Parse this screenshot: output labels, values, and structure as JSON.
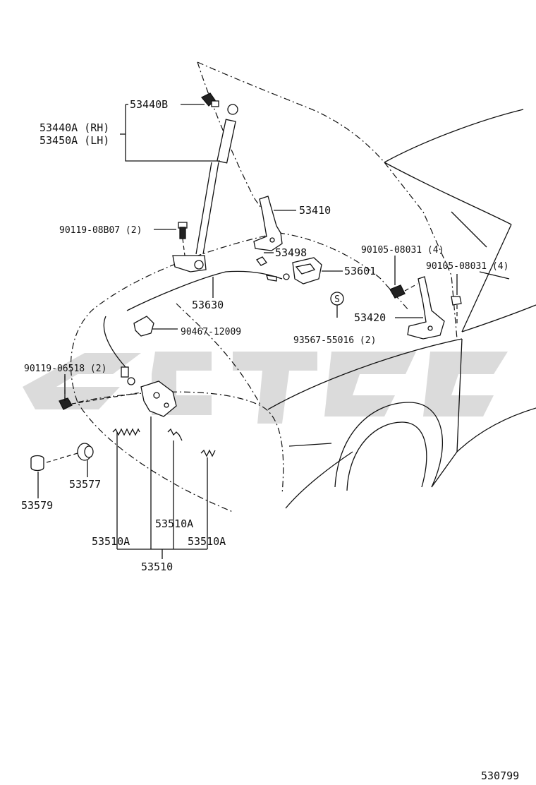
{
  "diagram": {
    "parts": {
      "p53440b": "53440B",
      "p53440a": "53440A (RH)",
      "p53450a": "53450A (LH)",
      "p53410": "53410",
      "p90119_08b07": "90119-08B07 (2)",
      "p53498": "53498",
      "p90105_08031_a": "90105-08031 (4)",
      "p90105_08031_b": "90105-08031 (4)",
      "p53601": "53601",
      "p53630": "53630",
      "p93567": "93567-55016 (2)",
      "p53420": "53420",
      "p90467": "90467-12009",
      "p90119_06518": "90119-06518 (2)",
      "p53577": "53577",
      "p53579": "53579",
      "p53510a_1": "53510A",
      "p53510a_2": "53510A",
      "p53510a_3": "53510A",
      "p53510": "53510",
      "s_mark": "S"
    },
    "figure_number": "530799"
  },
  "watermark": {
    "color": "#bdbdbd"
  }
}
